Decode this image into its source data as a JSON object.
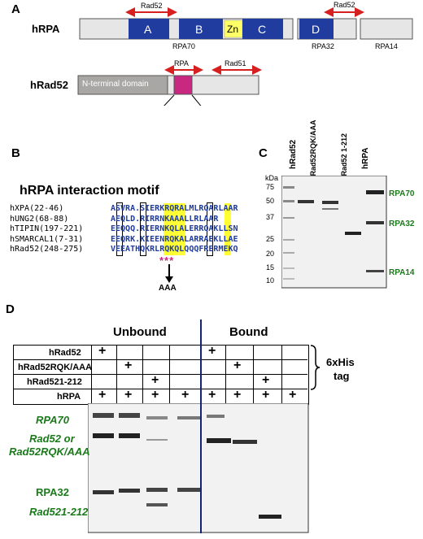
{
  "panelA": {
    "label": "A",
    "hrpa_label": "hRPA",
    "hrad52_label": "hRad52",
    "domains": [
      "A",
      "B",
      "Zn",
      "C",
      "D"
    ],
    "rpa70": "RPA70",
    "rpa32": "RPA32",
    "rpa14": "RPA14",
    "rad52_arrow1": "Rad52",
    "rad52_arrow2": "Rad52",
    "nterm": "N-terminal domain",
    "rpa_arrow": "RPA",
    "rad51_arrow": "Rad51"
  },
  "panelB": {
    "label": "B",
    "title": "hRPA interaction motif",
    "rows": [
      {
        "name": "hXPA(22-46)",
        "seq": "ASVRA.SIERKRQRALMLRQARLAAR"
      },
      {
        "name": "hUNG2(68-88)",
        "seq": "AEQLD.RIRRNKAAALLRLAAR"
      },
      {
        "name": "hTIPIN(197-221)",
        "seq": "EEQQQ.RIERNKQLALERRQAKLLSN"
      },
      {
        "name": "hSMARCAL1(7-31)",
        "seq": "EEQRK.KIEENRQKALARRAEKLLAE"
      },
      {
        "name": "hRad52(248-275)",
        "seq": "VEEATHQKRLRQKQLQQQFRERMEKQ"
      }
    ],
    "stars": "***",
    "mutation": "AAA"
  },
  "panelC": {
    "label": "C",
    "kda": "kDa",
    "markers": [
      "75",
      "50",
      "37",
      "25",
      "20",
      "15",
      "10"
    ],
    "lanes": [
      "hRad52",
      "hRad52RQK/AAA",
      "hRad52 1-212",
      "hRPA"
    ],
    "bands": [
      "RPA70",
      "RPA32",
      "RPA14"
    ]
  },
  "panelD": {
    "label": "D",
    "unbound": "Unbound",
    "bound": "Bound",
    "row_labels": [
      "hRad52",
      "hRad52RQK/AAA",
      "hRad521-212",
      "hRPA"
    ],
    "plus": "+",
    "his_tag_1": "6xHis",
    "his_tag_2": "tag",
    "gel_labels": [
      "RPA70",
      "Rad52 or",
      "Rad52RQK/AAA",
      "RPA32",
      "Rad521-212"
    ]
  },
  "colors": {
    "domain_blue": "#1f3c9e",
    "zn_yellow": "#ffff66",
    "rad52_pink": "#c8287f",
    "arrow_red": "#d61f1f",
    "label_green": "#1a7a1a",
    "divider_navy": "#16246e",
    "highlight_yellow": "#ffff33"
  }
}
